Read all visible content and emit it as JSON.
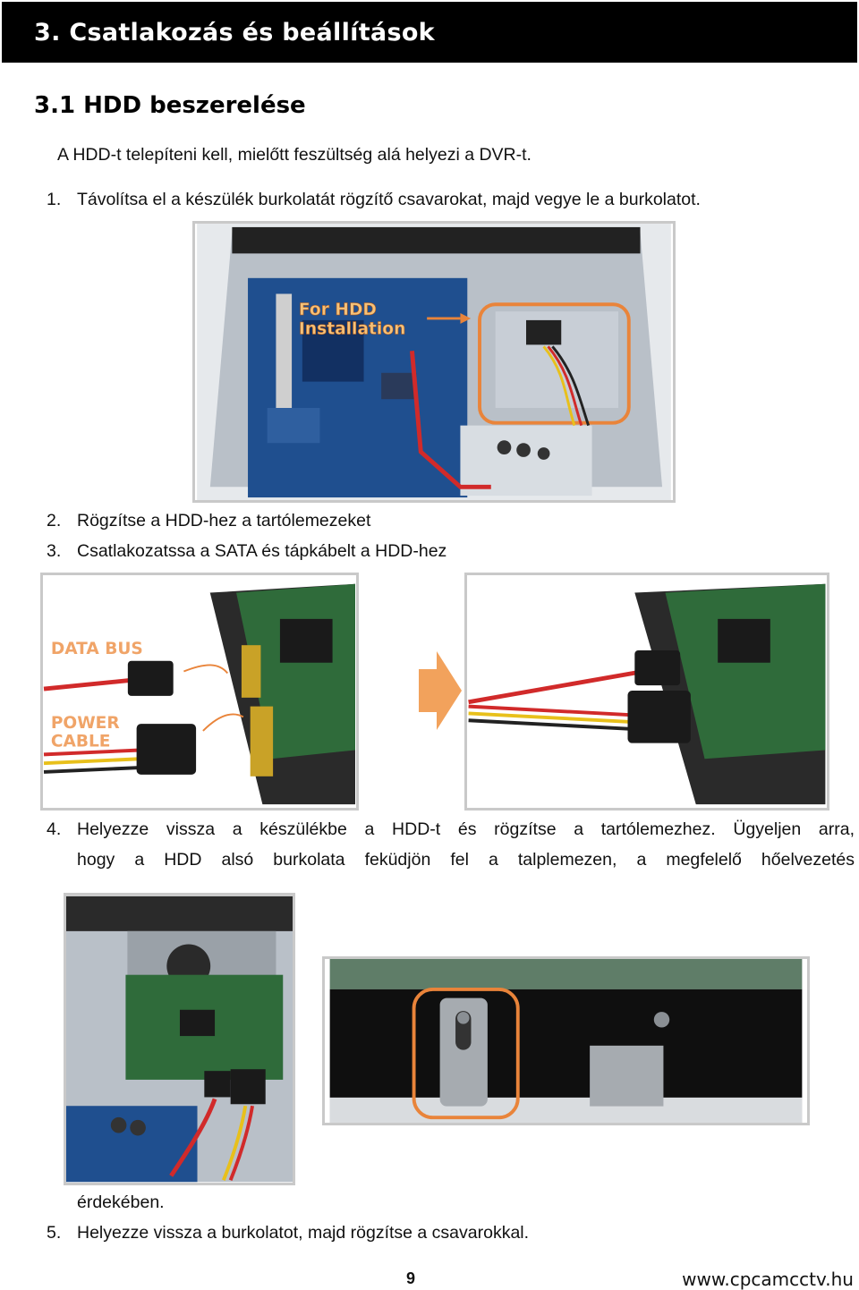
{
  "header": {
    "title": "3. Csatlakozás és beállítások"
  },
  "section": {
    "title": "3.1 HDD beszerelése"
  },
  "intro": "A HDD-t telepíteni kell, mielőtt feszültség alá helyezi a DVR-t.",
  "steps": [
    {
      "num": "1.",
      "text": "Távolítsa el a készülék burkolatát rögzítő csavarokat, majd vegye le a burkolatot."
    },
    {
      "num": "2.",
      "text": "Rögzítse a HDD-hez a tartólemezeket"
    },
    {
      "num": "3.",
      "text": "Csatlakozatssa a SATA és tápkábelt a HDD-hez"
    },
    {
      "num": "4.",
      "line1": "Helyezze vissza a készülékbe a HDD-t és rögzítse a tartólemezhez. Ügyeljen arra,",
      "line2": "hogy a HDD alsó burkolata feküdjön fel a talplemezen, a megfelelő hőelvezetés",
      "line3": "érdekében."
    },
    {
      "num": "5.",
      "text": "Helyezze vissza a burkolatot, majd rögzítse a csavarokkal."
    }
  ],
  "figures": {
    "dvr_open": {
      "label_line1": "For HDD",
      "label_line2": "Installation"
    },
    "hdd_cables": {
      "data_bus": "DATA BUS",
      "power_line1": "POWER",
      "power_line2": "CABLE"
    }
  },
  "footer": {
    "page": "9",
    "url": "www.cpcamcctv.hu"
  },
  "colors": {
    "accent_orange": "#e9843a",
    "header_bg": "#000000",
    "pcb_blue": "#1f4f8f",
    "pcb_green": "#2f6b3a"
  }
}
